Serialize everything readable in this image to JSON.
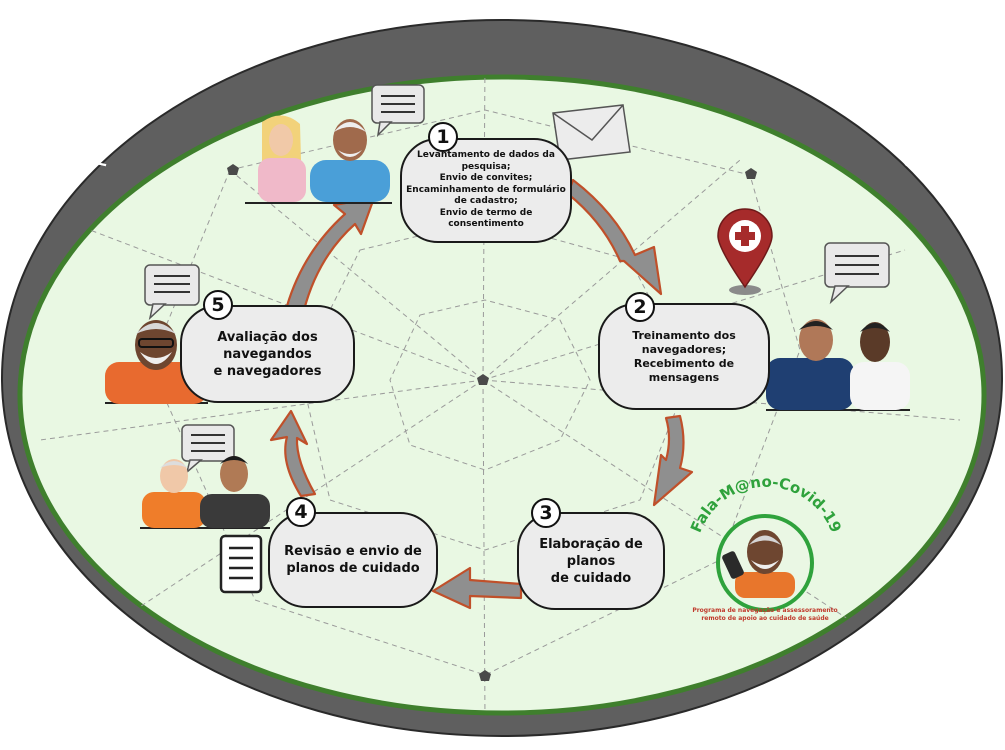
{
  "diagram": {
    "title": "Fala-M@no-COVID-19: Programa de navegação de apoio ao cuidado à saúde de homens",
    "steps": [
      {
        "number": "1",
        "lines": [
          "Levantamento de dados da pesquisa;",
          "Envio de convites;",
          "Encaminhamento de formulário",
          "de cadastro;",
          "Envio de termo de consentimento"
        ]
      },
      {
        "number": "2",
        "lines": [
          "Treinamento dos",
          "navegadores;",
          "Recebimento de mensagens"
        ]
      },
      {
        "number": "3",
        "lines": [
          "Elaboração de planos",
          "de cuidado"
        ]
      },
      {
        "number": "4",
        "lines": [
          "Revisão e envio de",
          "planos de cuidado"
        ]
      },
      {
        "number": "5",
        "lines": [
          "Avaliação dos",
          "navegandos",
          "e navegadores"
        ]
      }
    ],
    "logo": {
      "name": "Fala-M@no-Covid-19",
      "tagline_lines": [
        "Programa de navegação e assessoramento",
        "remoto de apoio ao cuidado de saúde"
      ]
    },
    "colors": {
      "ring": "#5f5f5f",
      "field": "#e9f8e3",
      "field_border": "#3f7f2d",
      "arrow_fill": "#8f8f8f",
      "arrow_outline": "#c0502a",
      "box_fill": "#ececec",
      "logo_green": "#2fa23c",
      "pin_red": "#a62b2b"
    }
  }
}
